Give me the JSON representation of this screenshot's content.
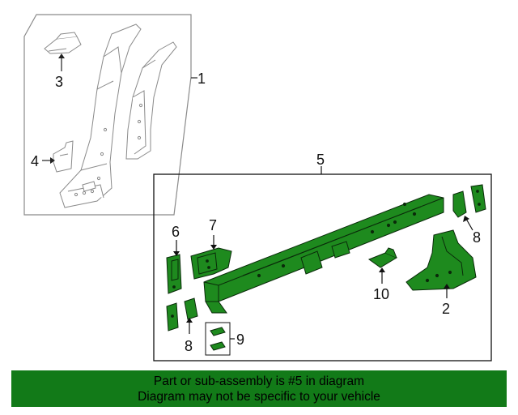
{
  "callouts": {
    "c1": "1",
    "c2": "2",
    "c3": "3",
    "c4": "4",
    "c5": "5",
    "c6": "6",
    "c7": "7",
    "c8a": "8",
    "c8b": "8",
    "c9": "9",
    "c10": "10"
  },
  "banner": {
    "line1": "Part or sub-assembly is #5 in diagram",
    "line2": "Diagram may not be specific to your vehicle"
  },
  "colors": {
    "part_fill": "#1e8a1e",
    "part_stroke": "#0a2a0a",
    "ghost_stroke": "#8a8a8a",
    "banner_bg": "#127a18"
  }
}
